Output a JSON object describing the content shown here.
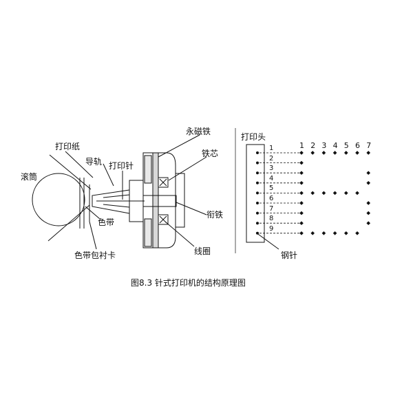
{
  "diagram": {
    "labels": {
      "roller": "滚筒",
      "paper": "打印纸",
      "guide_rail": "导轨",
      "print_pin": "打印针",
      "permanent_magnet": "永磁铁",
      "iron_core": "铁芯",
      "armature": "衔铁",
      "ribbon": "色带",
      "ribbon_liner": "色带包衬卡",
      "coil": "线圈",
      "print_head": "打印头",
      "steel_pin": "钢针"
    },
    "pin_numbers": [
      "1",
      "2",
      "3",
      "4",
      "5",
      "6",
      "7",
      "8",
      "9"
    ],
    "column_numbers": [
      "1",
      "2",
      "3",
      "4",
      "5",
      "6",
      "7"
    ],
    "dot_matrix": [
      [
        1,
        1,
        1,
        1,
        1,
        1,
        1
      ],
      [
        1,
        0,
        0,
        0,
        0,
        0,
        0
      ],
      [
        1,
        0,
        0,
        0,
        0,
        0,
        1
      ],
      [
        1,
        0,
        0,
        0,
        0,
        0,
        1
      ],
      [
        1,
        1,
        1,
        1,
        1,
        1,
        0
      ],
      [
        1,
        0,
        0,
        0,
        0,
        0,
        1
      ],
      [
        1,
        0,
        0,
        0,
        0,
        0,
        1
      ],
      [
        1,
        0,
        0,
        0,
        0,
        0,
        1
      ],
      [
        1,
        1,
        1,
        1,
        1,
        1,
        0
      ]
    ],
    "caption": "图8.3  针式打印机的结构原理图"
  }
}
